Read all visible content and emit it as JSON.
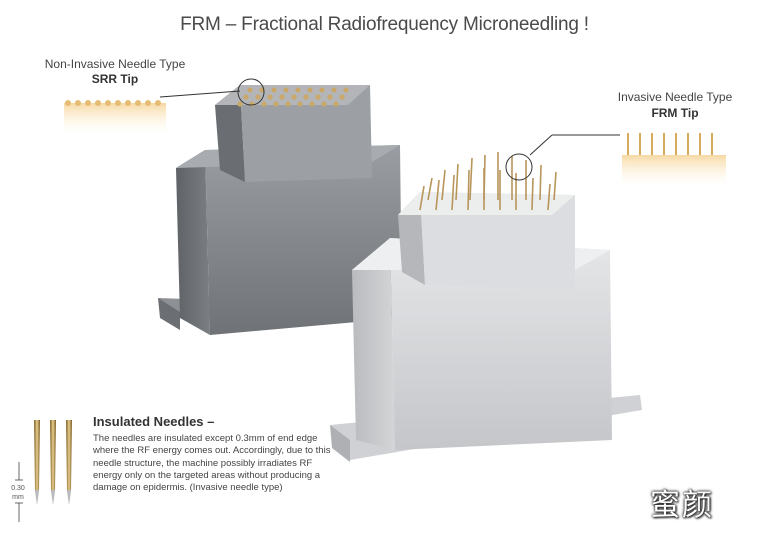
{
  "title": "FRM – Fractional Radiofrequency Microneedling !",
  "srr": {
    "type_label": "Non-Invasive Needle Type",
    "tip_label": "SRR Tip"
  },
  "frm": {
    "type_label": "Invasive Needle Type",
    "tip_label": "FRM Tip"
  },
  "insulated": {
    "title": "Insulated Needles –",
    "body": "The needles are insulated except 0.3mm of end edge where the RF energy comes out. Accordingly, due to this needle structure, the machine possibly irradiates RF energy only on the targeted areas without producing a damage on epidermis. (Invasive needle type)",
    "dimension": "0.30 mm"
  },
  "watermark": "蜜颜",
  "colors": {
    "device_dark": "#8a8d91",
    "device_light": "#d9dadc",
    "needle_gold": "#c9a86a",
    "skin": "#f3cf8e"
  }
}
